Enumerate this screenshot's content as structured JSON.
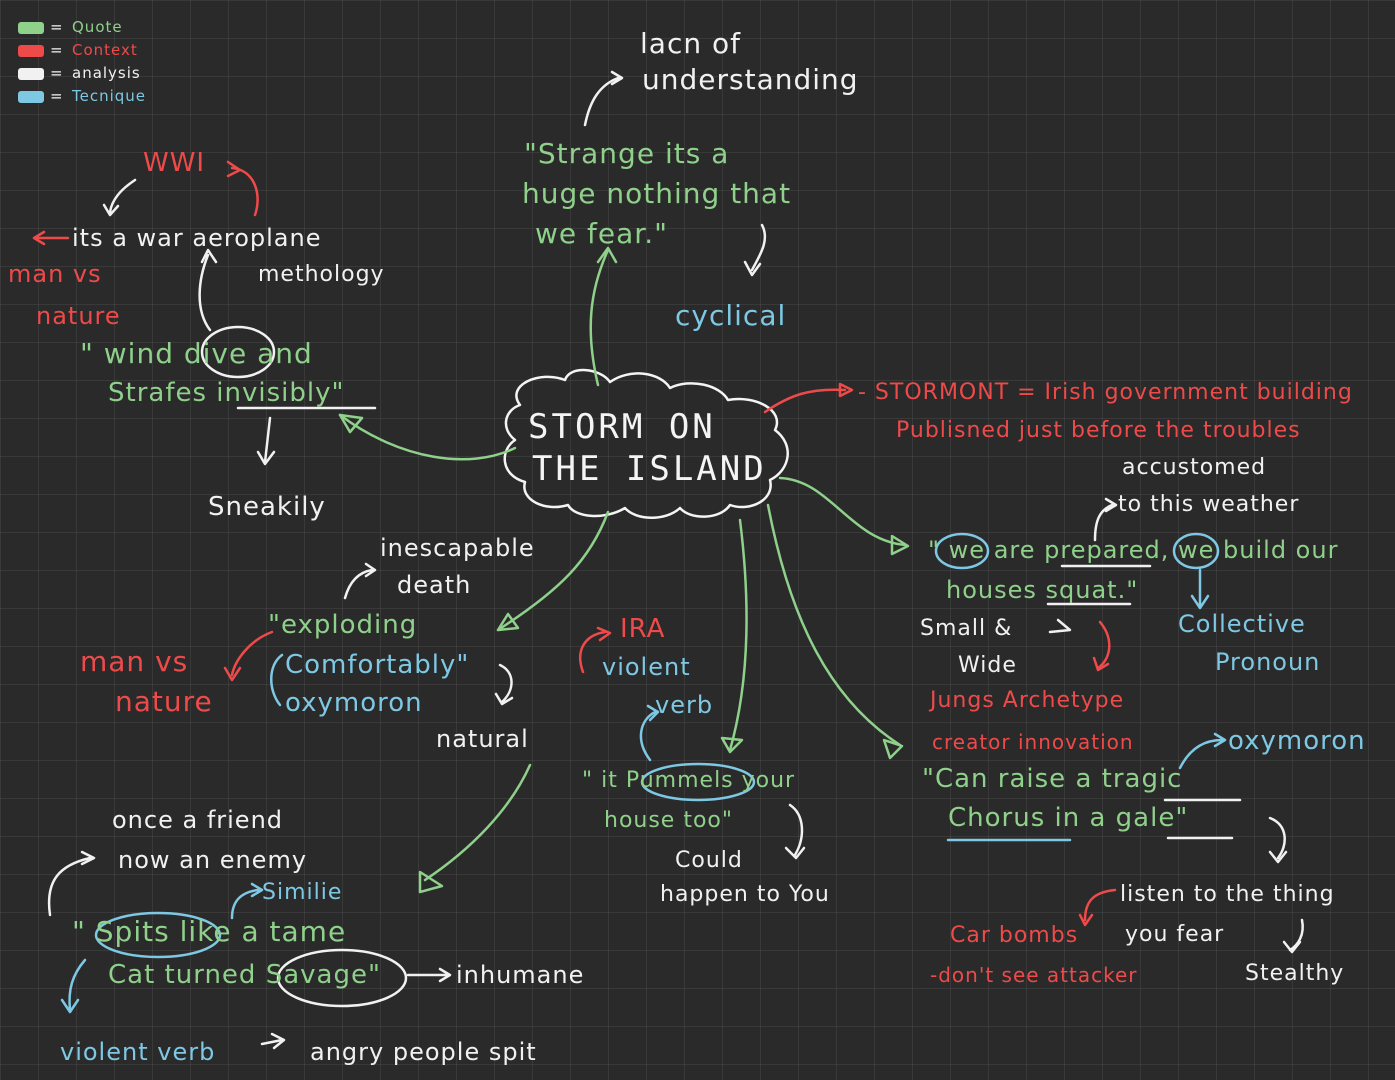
{
  "legend": [
    {
      "swatch_color": "#8fd08a",
      "label": "Quote"
    },
    {
      "swatch_color": "#ef4a4a",
      "label": "Context"
    },
    {
      "swatch_color": "#f1f1f1",
      "label": "analysis"
    },
    {
      "swatch_color": "#7ec8e3",
      "label": "Tecnique"
    }
  ],
  "legend_eq": "=",
  "center": {
    "line1": "STORM ON",
    "line2": "THE ISLAND"
  },
  "top": {
    "analysis_line1": "lacn of",
    "analysis_line2": "understanding",
    "quote_line1": "\"Strange its a",
    "quote_line2": "huge nothing that",
    "quote_line3": "we fear.\"",
    "note": "cyclical"
  },
  "left": {
    "context_wwi": "WWI",
    "analysis_line": "its a war aeroplane",
    "analysis_method": "methology",
    "context_man": "man vs",
    "context_nature": "nature",
    "quote_line1": "\" wind dive and",
    "quote_line2": "Strafes invisibly\"",
    "analysis_sneakily": "Sneakily"
  },
  "right": {
    "context_line1": "- STORMONT = Irish government building",
    "context_line2": "Publisned just before the troubles",
    "analysis_accustomed": "accustomed",
    "analysis_weather": "to this weather",
    "quote_line1": "\" we are prepared, we build our",
    "quote_line2": "houses squat.\"",
    "analysis_small": "Small &",
    "analysis_wide": "Wide",
    "technique_collective": "Collective",
    "technique_pronoun": "Pronoun",
    "context_jungs": "Jungs Archetype",
    "context_creator": "creator innovation",
    "technique_oxymoron": "oxymoron",
    "quote_line3": "\"Can raise a tragic",
    "quote_line4": "Chorus in a gale\"",
    "analysis_listen": "listen to the thing",
    "analysis_you_fear": "you fear",
    "analysis_stealthy": "Stealthy",
    "context_car": "Car bombs",
    "context_attacker": "-don't see attacker"
  },
  "middle": {
    "context_ira": "IRA",
    "technique_violent": "violent",
    "technique_verb": "verb",
    "quote_line1": "\" it Pummels your",
    "quote_line2": "house too\"",
    "analysis_could": "Could",
    "analysis_happen": "happen to You"
  },
  "lower_left": {
    "analysis_inescapable": "inescapable",
    "analysis_death": "death",
    "quote_line1": "\"exploding",
    "technique_comfortably": "Comfortably\"",
    "technique_oxymoron": "oxymoron",
    "context_man": "man vs",
    "context_nature": "nature",
    "analysis_natural": "natural"
  },
  "bottom_left": {
    "analysis_once": "once a friend",
    "analysis_now": "now an enemy",
    "technique_simile": "Similie",
    "quote_line1": "\" Spits like a tame",
    "quote_line2": "Cat turned Savage\"",
    "analysis_inhumane": "inhumane",
    "technique_violent_verb": "violent verb",
    "analysis_angry": "angry people spit"
  }
}
